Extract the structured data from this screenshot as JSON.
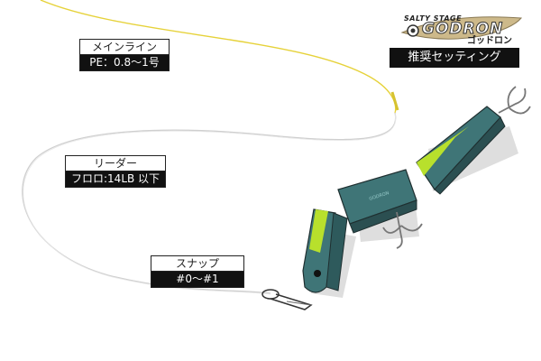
{
  "labels": {
    "main_line": {
      "title": "メインライン",
      "value": "PE：0.8～1号"
    },
    "leader": {
      "title": "リーダー",
      "value": "フロロ:14LB 以下"
    },
    "snap": {
      "title": "スナップ",
      "value": "#0～#1"
    }
  },
  "logo": {
    "small_text": "SALTY STAGE",
    "brand": "GODRON",
    "kana": "ゴッドロン"
  },
  "banner": {
    "text": "推奨セッティング"
  },
  "colors": {
    "main_line": "#e6d23a",
    "leader": "#d9d9d9",
    "lure_body": "#3f7577",
    "lure_accent": "#b8e02c",
    "shadow": "#d8d8d8"
  }
}
